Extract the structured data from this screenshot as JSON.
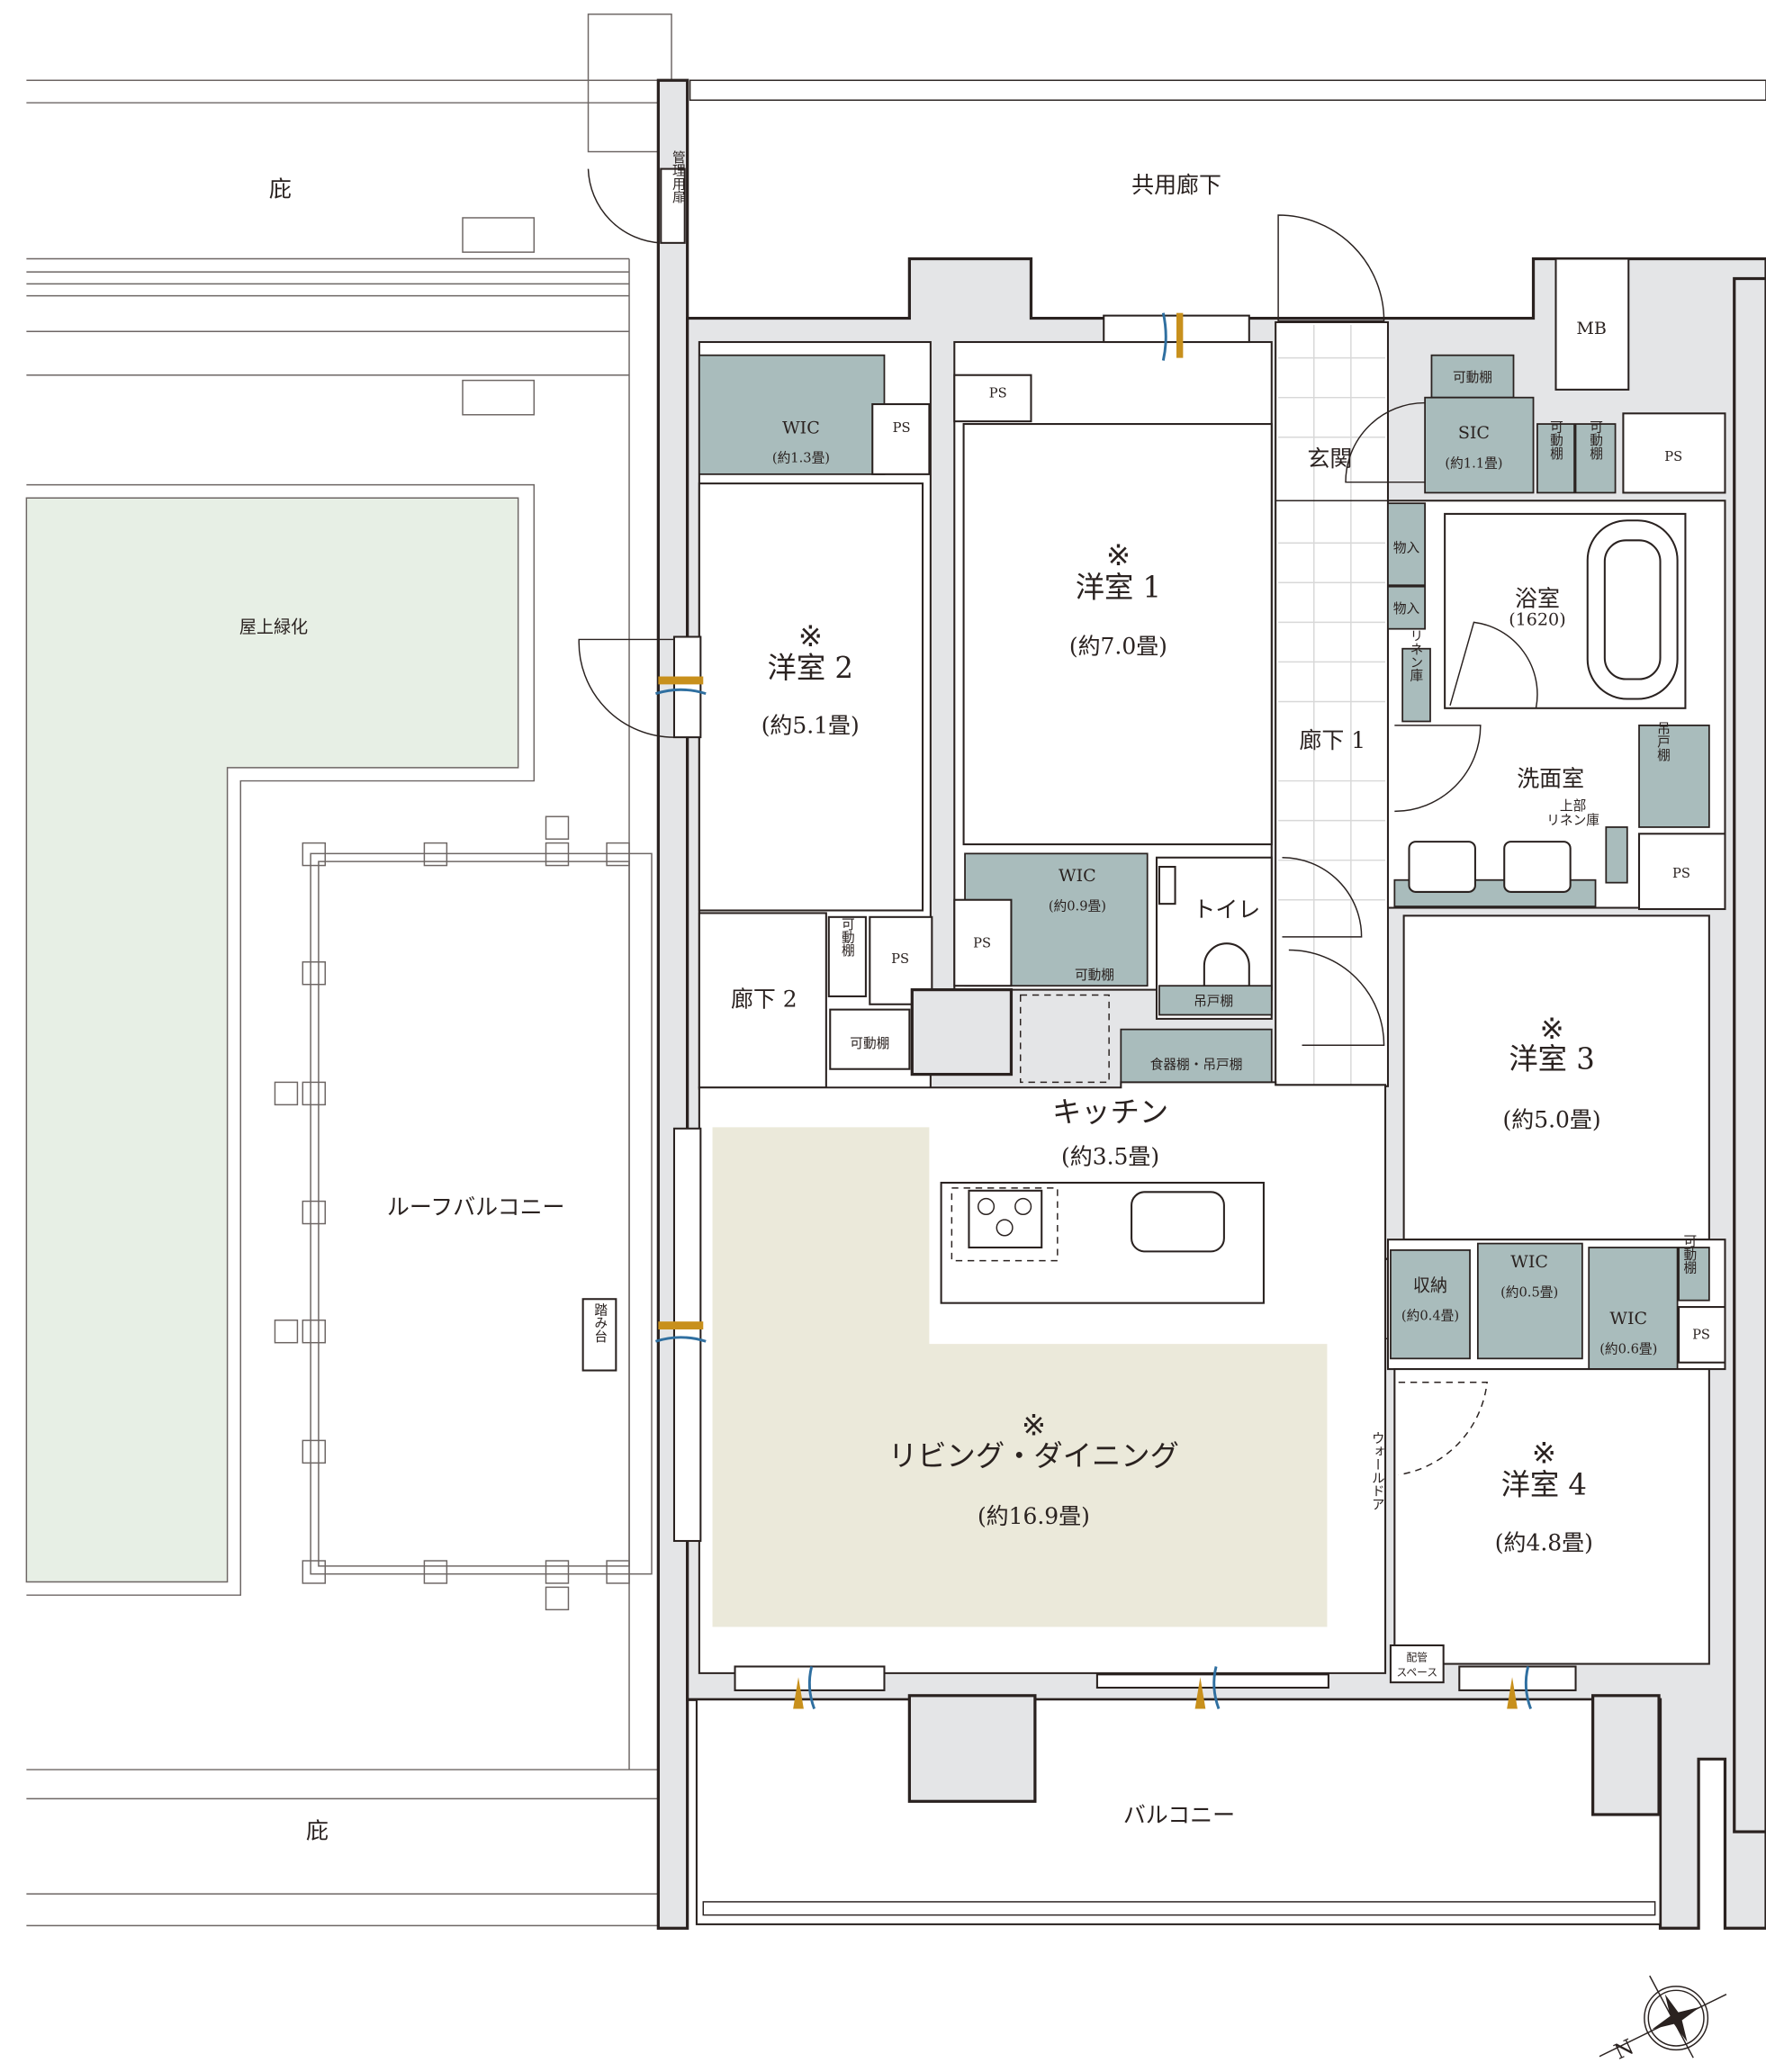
{
  "colors": {
    "roof_greenery": "#e7efe5",
    "living_dining": "#ebe9da",
    "storage": "#a9bcbc",
    "wall": "#e4e5e7",
    "window_orange": "#c8901c",
    "window_blue": "#2f6fa0"
  },
  "outside": {
    "eaves_top": "庇",
    "eaves_bottom": "庇",
    "common_corridor": "共用廊下",
    "roof_greening": "屋上緑化",
    "roof_balcony": "ルーフバルコニー",
    "step": "踏み台",
    "maintenance_door": "管理用扉",
    "balcony": "バルコニー",
    "mb": "MB"
  },
  "mark": "※",
  "rooms": {
    "western1": {
      "name": "洋室 1",
      "size": "(約7.0畳)"
    },
    "western2": {
      "name": "洋室 2",
      "size": "(約5.1畳)"
    },
    "western3": {
      "name": "洋室 3",
      "size": "(約5.0畳)"
    },
    "western4": {
      "name": "洋室 4",
      "size": "(約4.8畳)"
    },
    "living": {
      "name": "リビング・ダイニング",
      "size": "(約16.9畳)"
    },
    "kitchen": {
      "name": "キッチン",
      "size": "(約3.5畳)"
    },
    "entrance": "玄関",
    "hall1": "廊下 1",
    "hall2": "廊下 2",
    "toilet": "トイレ",
    "bath": {
      "name": "浴室",
      "size": "(1620)"
    },
    "washroom": "洗面室"
  },
  "storage": {
    "wic1": {
      "name": "WIC",
      "size": "(約1.3畳)"
    },
    "wic2": {
      "name": "WIC",
      "size": "(約0.9畳)"
    },
    "wic3": {
      "name": "WIC",
      "size": "(約0.5畳)"
    },
    "wic4": {
      "name": "WIC",
      "size": "(約0.6畳)"
    },
    "sic": {
      "name": "SIC",
      "size": "(約1.1畳)"
    },
    "closet": {
      "name": "収納",
      "size": "(約0.4畳)"
    },
    "shelf": "可動棚",
    "ps": "PS",
    "mono": "物入",
    "linen": "リネン庫",
    "upper_linen_a": "上部",
    "upper_linen_b": "リネン庫",
    "hanging": "吊戸棚",
    "dish": "食器棚・吊戸棚",
    "wall_door": "ウォールドア",
    "pipe_a": "配管",
    "pipe_b": "スペース"
  },
  "compass": {
    "north": "N"
  }
}
